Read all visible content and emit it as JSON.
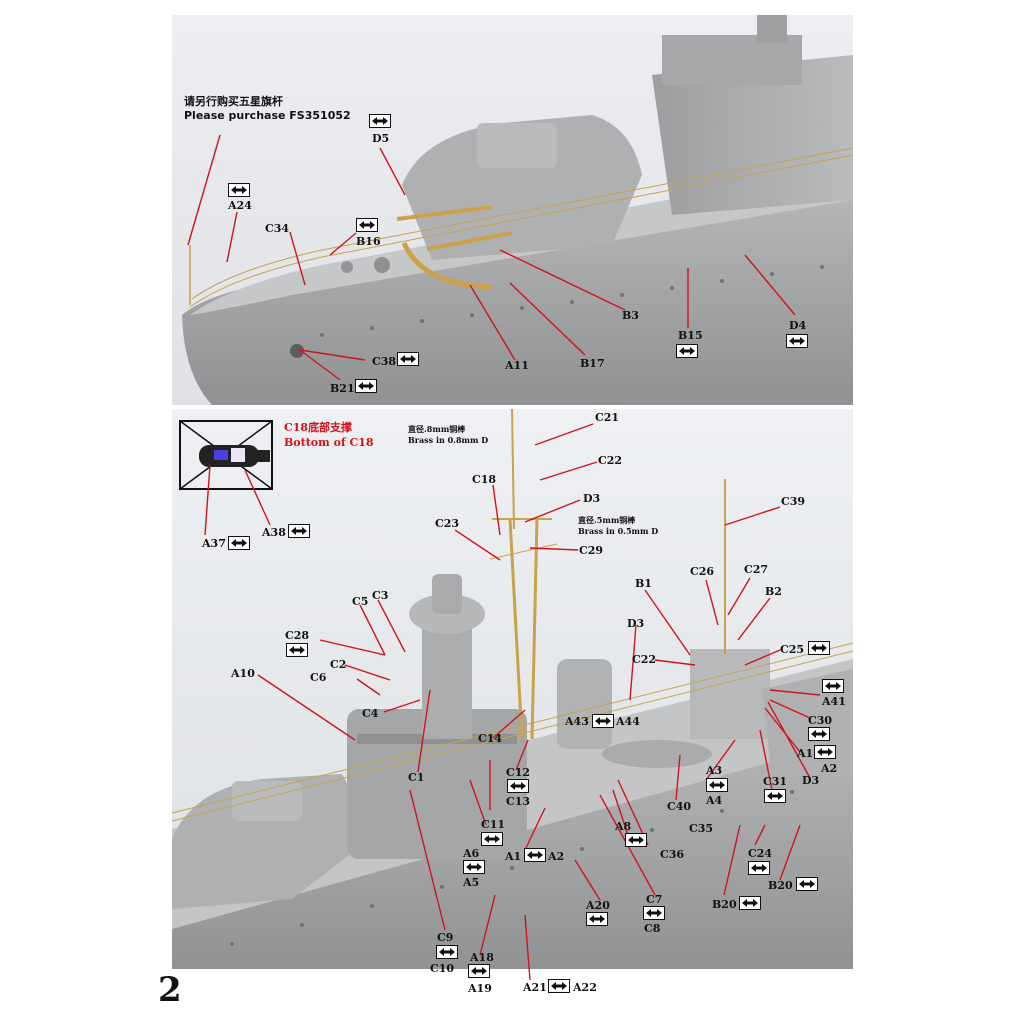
{
  "page_number": "2",
  "notes": {
    "flagpole_cn": "请另行购买五星旗杆",
    "flagpole_en": "Please purchase FS351052",
    "brass08_cn": "直径.8mm铜棒",
    "brass08_en": "Brass in 0.8mm D",
    "brass05_cn": "直径.5mm铜棒",
    "brass05_en": "Brass in 0.5mm D",
    "c18_cn": "C18底部支撑",
    "c18_en": "Bottom of C18"
  },
  "labels_top": {
    "D5": "D5",
    "A24": "A24",
    "C34": "C34",
    "B16": "B16",
    "B3": "B3",
    "D4": "D4",
    "B15": "B15",
    "A11": "A11",
    "B17": "B17",
    "C38": "C38",
    "B21": "B21"
  },
  "labels_bottom": {
    "C21": "C21",
    "C22a": "C22",
    "C18": "C18",
    "D3a": "D3",
    "C23": "C23",
    "C29": "C29",
    "C39": "C39",
    "C26": "C26",
    "C27": "C27",
    "B1": "B1",
    "B2": "B2",
    "C25": "C25",
    "C5": "C5",
    "C3": "C3",
    "C28": "C28",
    "C2": "C2",
    "C6": "C6",
    "A10": "A10",
    "C4": "C4",
    "D3b": "D3",
    "C22b": "C22",
    "A41": "A41",
    "C30": "C30",
    "A1a": "A1",
    "A2a": "A2",
    "D3c": "D3",
    "A43": "A43",
    "A44": "A44",
    "C14": "C14",
    "C1": "C1",
    "C12": "C12",
    "C13": "C13",
    "A3": "A3",
    "A4": "A4",
    "C31": "C31",
    "C40": "C40",
    "C11": "C11",
    "A8": "A8",
    "C35": "C35",
    "C36": "C36",
    "A6": "A6",
    "A5": "A5",
    "A1b": "A1",
    "A2b": "A2",
    "C24": "C24",
    "B20a": "B20",
    "B20b": "B20",
    "A20": "A20",
    "C7": "C7",
    "C8": "C8",
    "C9": "C9",
    "C10": "C10",
    "A18": "A18",
    "A19": "A19",
    "A21": "A21",
    "A22": "A22",
    "A37": "A37",
    "A38": "A38"
  },
  "colors": {
    "hull": "#a9abad",
    "deck": "#c4c5c6",
    "brass": "#c9a24a",
    "leader": "#d0141c",
    "background": "#e4e6ea"
  },
  "icons": {
    "direction_box": "bidirectional-arrow-icon"
  }
}
